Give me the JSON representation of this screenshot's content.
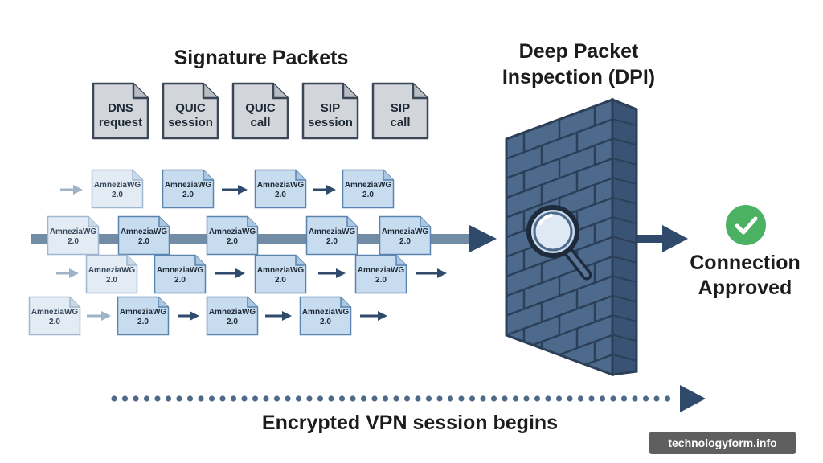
{
  "titles": {
    "signature": "Signature Packets",
    "dpi_line1": "Deep Packet",
    "dpi_line2": "Inspection (DPI)",
    "connection_line1": "Connection",
    "connection_line2": "Approved",
    "footer": "Encrypted VPN session begins"
  },
  "signature_packets": [
    {
      "line1": "DNS",
      "line2": "request"
    },
    {
      "line1": "QUIC",
      "line2": "session"
    },
    {
      "line1": "QUIC",
      "line2": "call"
    },
    {
      "line1": "SIP",
      "line2": "session"
    },
    {
      "line1": "SIP",
      "line2": "call"
    }
  ],
  "packet_label": {
    "line1": "AmneziaWG",
    "line2": "2.0"
  },
  "watermark": "technologyform.info",
  "icons": [
    "magnifier-icon",
    "checkmark-icon",
    "brick-wall",
    "arrow-right-icon"
  ],
  "colors": {
    "wall": "#4d6a8c",
    "wall_dark": "#3a5273",
    "arrow": "#2f4a6b",
    "packet_fill": "#c7dcef",
    "packet_stroke": "#5a84b0",
    "sig_fill": "#d2d5da",
    "sig_stroke": "#3b4756",
    "check": "#4bb263"
  }
}
